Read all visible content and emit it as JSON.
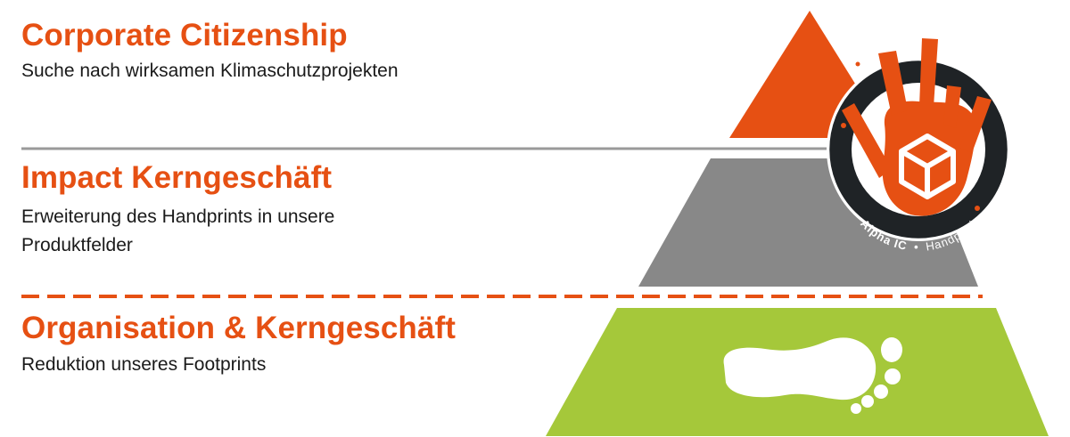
{
  "colors": {
    "accent_orange": "#e65013",
    "mid_gray": "#888888",
    "divider_gray": "#9a9a9a",
    "base_green": "#a5c83a",
    "badge_dark": "#1f2326",
    "text_dark": "#1a1a1a"
  },
  "levels": [
    {
      "title": "Corporate Citizenship",
      "lines": [
        "Suche nach wirksamen Klimaschutzprojekten"
      ]
    },
    {
      "title": "Impact Kerngeschäft",
      "lines": [
        "Erweiterung des Handprints in unsere",
        "Produktfelder"
      ]
    },
    {
      "title": "Organisation & Kerngeschäft",
      "lines": [
        "Reduktion unseres Footprints"
      ]
    }
  ],
  "badge": {
    "brand": "Alpha IC",
    "separator": "•",
    "label": "Handprint"
  },
  "icons": {
    "handprint": "hand-icon",
    "logo": "cube-logo-icon",
    "footprint": "footprint-icon"
  }
}
